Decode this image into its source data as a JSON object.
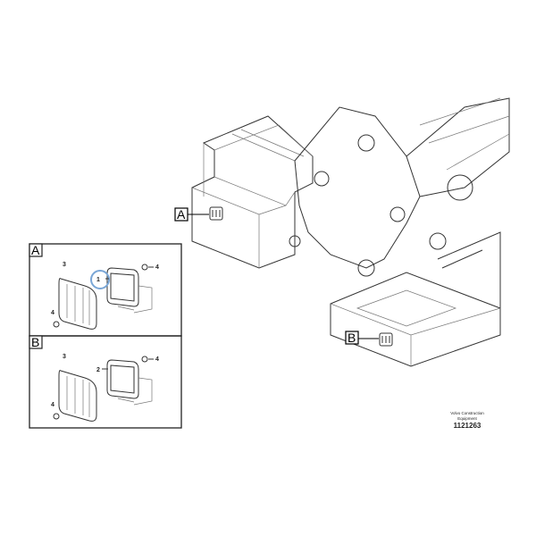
{
  "callouts": {
    "view_a": "A",
    "view_b": "B"
  },
  "detail_a": {
    "label": "A",
    "parts": [
      "1",
      "3",
      "4",
      "4"
    ]
  },
  "detail_b": {
    "label": "B",
    "parts": [
      "2",
      "3",
      "4",
      "4"
    ]
  },
  "highlight_color": "#7aa6d6",
  "footer": {
    "line1": "Volvo Construction",
    "line2": "Equipment",
    "drawing_number": "1121263"
  }
}
